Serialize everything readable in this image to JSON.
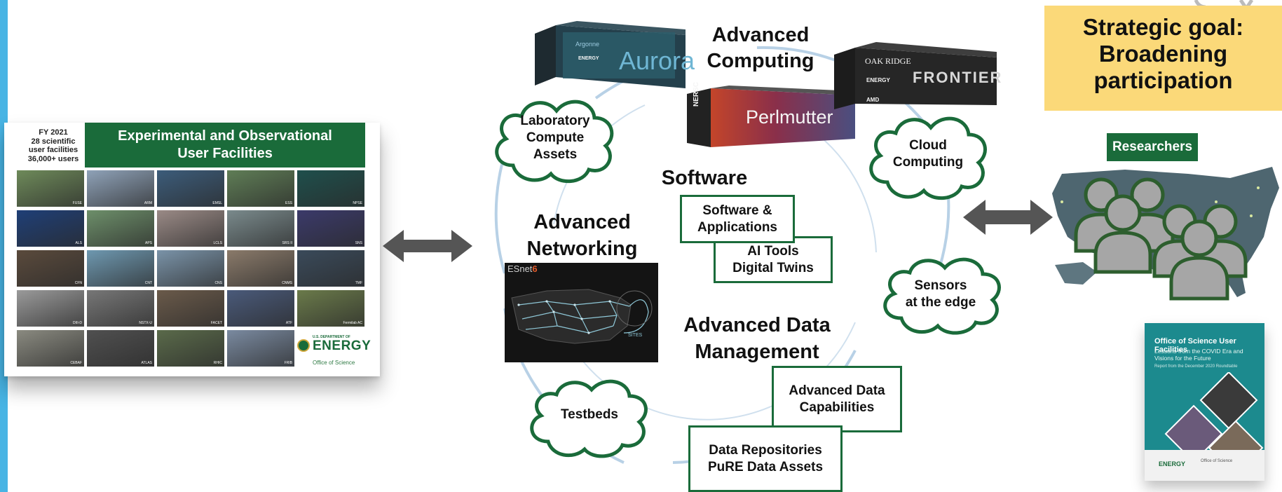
{
  "facilities": {
    "stats": [
      "FY 2021",
      "28 scientific",
      "user facilities",
      "36,000+ users"
    ],
    "title_line1": "Experimental and Observational",
    "title_line2": "User Facilities",
    "tiles": [
      {
        "label": "FUSE",
        "color": "#6e8a5a"
      },
      {
        "label": "ARM",
        "color": "#8fa2b8"
      },
      {
        "label": "EMSL",
        "color": "#3c5c7a"
      },
      {
        "label": "ESS",
        "color": "#5f7d56"
      },
      {
        "label": "NPSE",
        "color": "#1f4f4c"
      },
      {
        "label": "ALS",
        "color": "#1f3f77"
      },
      {
        "label": "APS",
        "color": "#6d8f6a"
      },
      {
        "label": "LCLS",
        "color": "#9a8a86"
      },
      {
        "label": "SRS II",
        "color": "#7a8a8c"
      },
      {
        "label": "SNS",
        "color": "#3b3a6a"
      },
      {
        "label": "CFN",
        "color": "#5a4a3c"
      },
      {
        "label": "CNT",
        "color": "#6e98b0"
      },
      {
        "label": "CNS",
        "color": "#7a93a8"
      },
      {
        "label": "CNMS",
        "color": "#8a7a6a"
      },
      {
        "label": "TMF",
        "color": "#3a4a5a"
      },
      {
        "label": "DIII-D",
        "color": "#9a9a9a"
      },
      {
        "label": "NSTX-U",
        "color": "#777777"
      },
      {
        "label": "FACET",
        "color": "#6a5a4a"
      },
      {
        "label": "ATF",
        "color": "#4a5a7a"
      },
      {
        "label": "Fermilab AC",
        "color": "#6a7a4a"
      },
      {
        "label": "CEBAF",
        "color": "#8a8a80"
      },
      {
        "label": "ATLAS",
        "color": "#505050"
      },
      {
        "label": "RHIC",
        "color": "#5a6a4a"
      },
      {
        "label": "FRIB",
        "color": "#7a8aa0"
      }
    ],
    "energy_doe": "U.S. DEPARTMENT OF",
    "energy_word": "ENERGY",
    "energy_office": "Office of Science"
  },
  "center": {
    "advanced_computing": [
      "Advanced",
      "Computing"
    ],
    "aurora_label": "Aurora",
    "aurora_brand": "Argonne",
    "perlmutter_label": "Perlmutter",
    "perlmutter_side": "NERSC",
    "frontier_label": "FRONTIER",
    "frontier_brand": "OAK RIDGE",
    "energy_mini": "ENERGY",
    "amd_label": "AMD",
    "software_heading": "Software",
    "software_apps": [
      "Software &",
      "Applications"
    ],
    "ai_tools": [
      "AI Tools",
      "Digital Twins"
    ],
    "adv_networking": [
      "Advanced",
      "Networking"
    ],
    "esnet_label": "ESnet",
    "esnet_number": "6",
    "esnet_sites": "SITES",
    "adv_data": [
      "Advanced Data",
      "Management"
    ],
    "adv_data_caps": [
      "Advanced Data",
      "Capabilities"
    ],
    "data_repos": [
      "Data Repositories",
      "PuRE Data Assets"
    ],
    "clouds": {
      "lab": [
        "Laboratory",
        "Compute",
        "Assets"
      ],
      "cloud": [
        "Cloud",
        "Computing"
      ],
      "sensors": [
        "Sensors",
        "at the edge"
      ],
      "testbeds": [
        "Testbeds"
      ]
    },
    "ring_color": "#b8d1e6"
  },
  "right": {
    "goal": [
      "Strategic goal:",
      "Broadening",
      "participation"
    ],
    "researchers_label": "Researchers",
    "report_title": "Office of Science User Facilities",
    "report_subtitle": "Lessons from the COVID Era and Visions for the Future",
    "report_note": "Report from the December 2020 Roundtable",
    "report_foot": "ENERGY",
    "report_foot_office": "Office of Science"
  },
  "colors": {
    "green": "#1a6b3a",
    "accent_blue": "#48b4e4",
    "goal_yellow": "#fbd979",
    "arrow_gray": "#555555"
  }
}
